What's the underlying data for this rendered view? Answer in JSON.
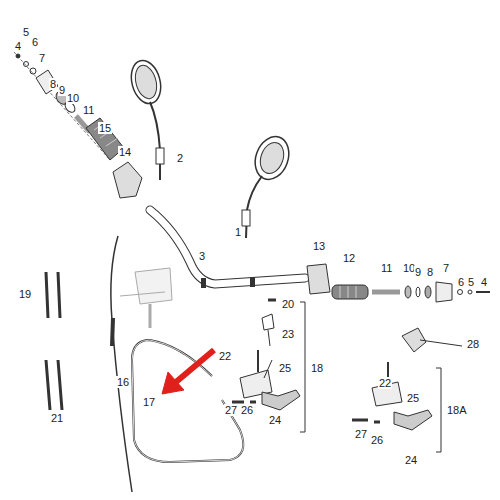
{
  "diagram": {
    "labels": [
      "4",
      "5",
      "6",
      "7",
      "8",
      "9",
      "10",
      "11",
      "15",
      "14",
      "2",
      "1",
      "3",
      "13",
      "12",
      "11",
      "10",
      "9",
      "8",
      "7",
      "6",
      "5",
      "4",
      "19",
      "20",
      "23",
      "22",
      "25",
      "18",
      "16",
      "17",
      "27",
      "26",
      "24",
      "28",
      "22",
      "25",
      "18A",
      "21",
      "27",
      "26",
      "24"
    ]
  }
}
